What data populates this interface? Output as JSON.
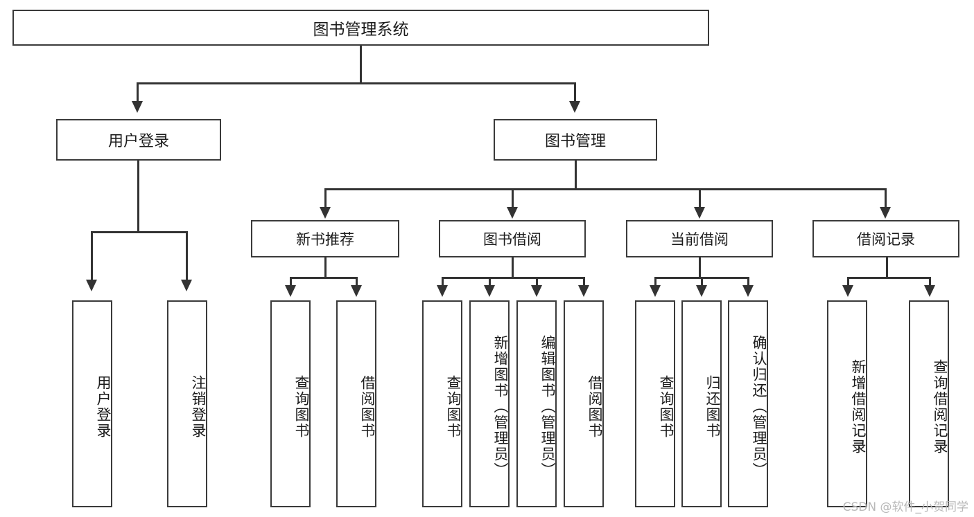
{
  "diagram": {
    "title": "图书管理系统",
    "type": "hierarchy-tree",
    "root": {
      "label": "图书管理系统"
    },
    "level2": [
      {
        "label": "用户登录"
      },
      {
        "label": "图书管理"
      }
    ],
    "level3": [
      {
        "label": "新书推荐"
      },
      {
        "label": "图书借阅"
      },
      {
        "label": "当前借阅"
      },
      {
        "label": "借阅记录"
      }
    ],
    "leaves": {
      "user_login": [
        {
          "label": "用户登录"
        },
        {
          "label": "注销登录"
        }
      ],
      "new_book_recommend": [
        {
          "label": "查询图书"
        },
        {
          "label": "借阅图书"
        }
      ],
      "book_borrow": [
        {
          "label": "查询图书"
        },
        {
          "label": "新增图书（管理员）"
        },
        {
          "label": "编辑图书（管理员）"
        },
        {
          "label": "借阅图书"
        }
      ],
      "current_borrow": [
        {
          "label": "查询图书"
        },
        {
          "label": "归还图书"
        },
        {
          "label": "确认归还（管理员）"
        }
      ],
      "borrow_records": [
        {
          "label": "新增借阅记录"
        },
        {
          "label": "查询借阅记录"
        }
      ]
    }
  },
  "watermark": {
    "text": "CSDN @软件_小贺同学"
  },
  "colors": {
    "background": "#ffffff",
    "box_border": "#3a3a3a",
    "connector": "#333333",
    "text": "#1b1b1b",
    "watermark": "#b9b9b9"
  }
}
